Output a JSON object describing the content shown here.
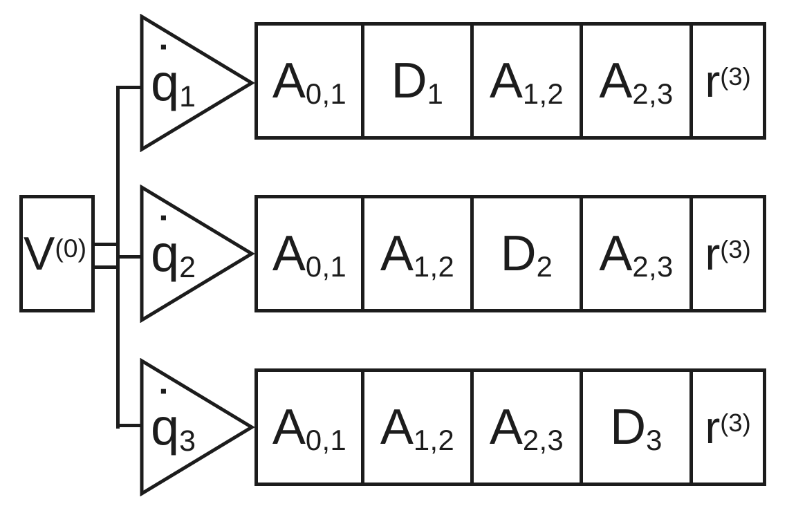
{
  "colors": {
    "stroke": "#1c1c1c",
    "background": "#ffffff"
  },
  "source": {
    "base": "V",
    "sup": "(0)"
  },
  "rows": [
    {
      "gain": {
        "base": "q",
        "overdot": "˙",
        "sub": "1"
      },
      "blocks": [
        {
          "base": "A",
          "sub": "0,1"
        },
        {
          "base": "D",
          "sub": "1"
        },
        {
          "base": "A",
          "sub": "1,2"
        },
        {
          "base": "A",
          "sub": "2,3"
        },
        {
          "base": "r",
          "sup": "(3)"
        }
      ]
    },
    {
      "gain": {
        "base": "q",
        "overdot": "˙",
        "sub": "2"
      },
      "blocks": [
        {
          "base": "A",
          "sub": "0,1"
        },
        {
          "base": "A",
          "sub": "1,2"
        },
        {
          "base": "D",
          "sub": "2"
        },
        {
          "base": "A",
          "sub": "2,3"
        },
        {
          "base": "r",
          "sup": "(3)"
        }
      ]
    },
    {
      "gain": {
        "base": "q",
        "overdot": "˙",
        "sub": "3"
      },
      "blocks": [
        {
          "base": "A",
          "sub": "0,1"
        },
        {
          "base": "A",
          "sub": "1,2"
        },
        {
          "base": "A",
          "sub": "2,3"
        },
        {
          "base": "D",
          "sub": "3"
        },
        {
          "base": "r",
          "sup": "(3)"
        }
      ]
    }
  ]
}
